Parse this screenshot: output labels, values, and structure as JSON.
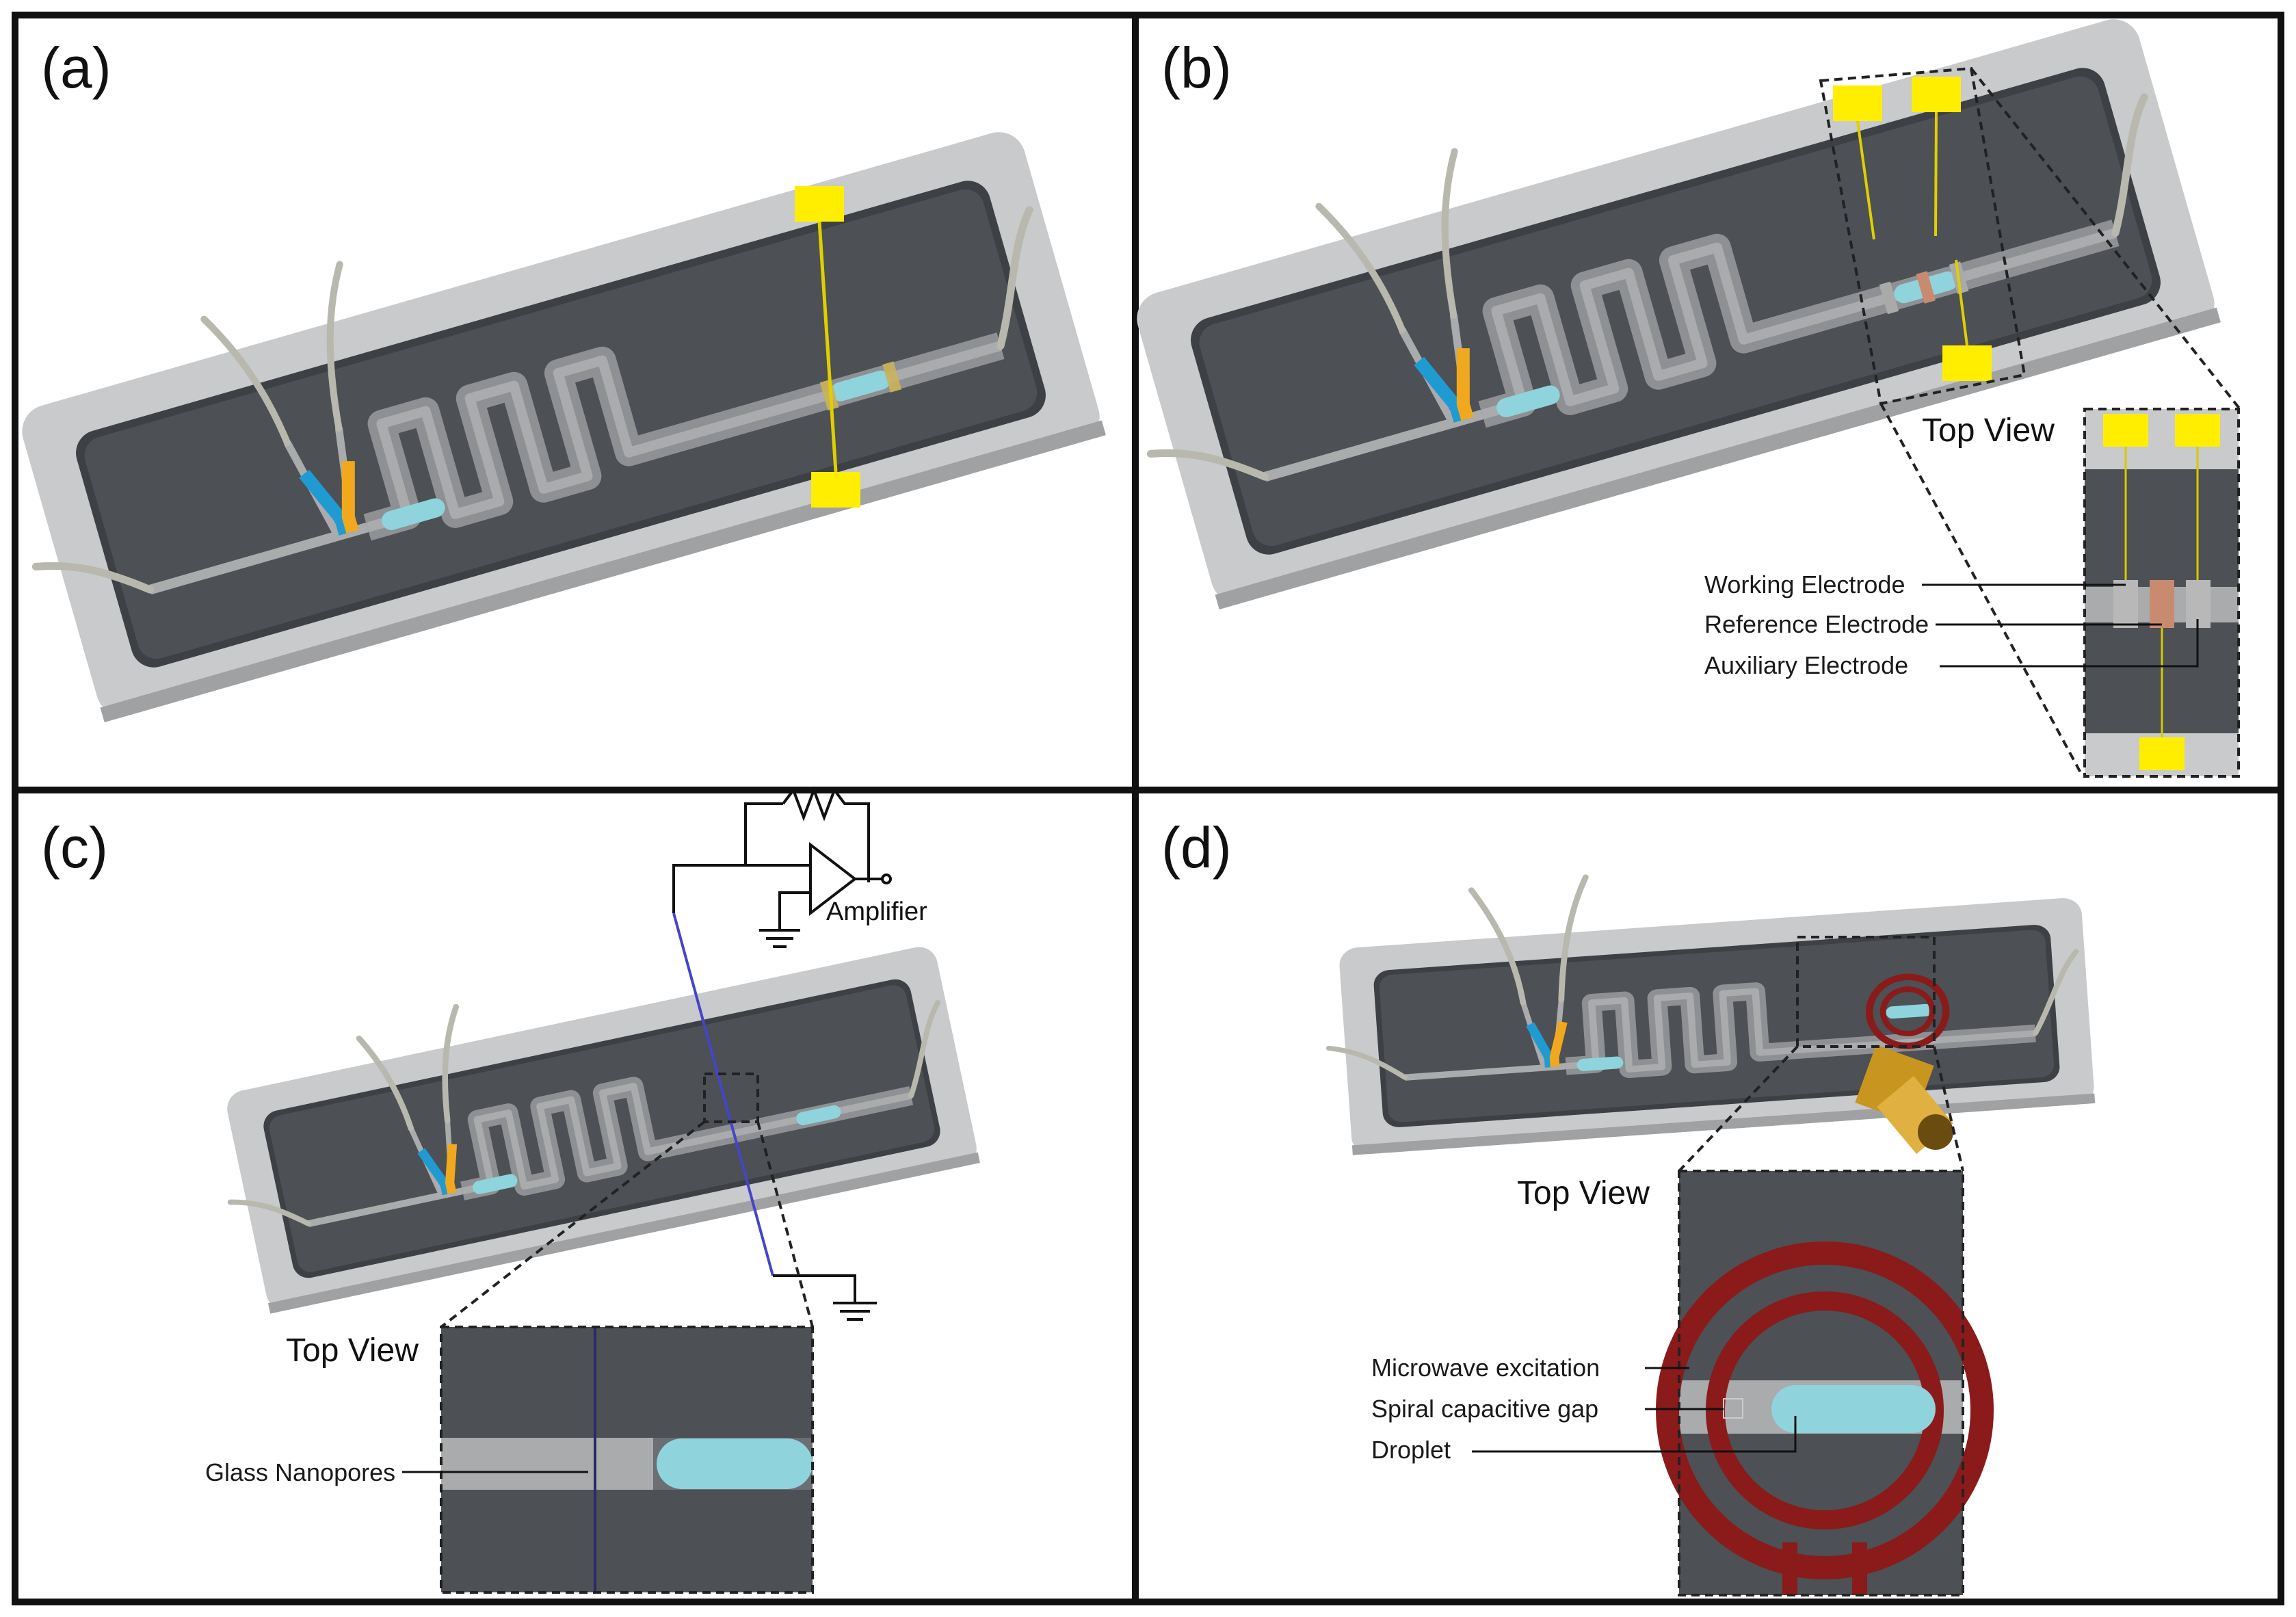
{
  "panels": {
    "a": {
      "label": "(a)"
    },
    "b": {
      "label": "(b)",
      "top_view": "Top View",
      "annotations": [
        "Working Electrode",
        "Reference Electrode",
        "Auxiliary Electrode"
      ]
    },
    "c": {
      "label": "(c)",
      "top_view": "Top View",
      "amplifier": "Amplifier",
      "annotations": [
        "Glass Nanopores"
      ]
    },
    "d": {
      "label": "(d)",
      "top_view": "Top View",
      "annotations": [
        "Microwave excitation",
        "Spiral capacitive gap",
        "Droplet"
      ]
    }
  },
  "colors": {
    "frame": "#111111",
    "slide": "#c8cacb",
    "chip": "#4b4e52",
    "chip_edge": "#3a3d41",
    "channel": "#a9abad",
    "droplet": "#8fd3dc",
    "junction_blue": "#1f9bd1",
    "junction_orange": "#f0a91e",
    "pad_yellow": "#ffee00",
    "electrode_ref": "#c98b6f",
    "ring_red": "#8b1a1a",
    "tube": "#b9b8ae",
    "connector_gold": "#c8961e"
  }
}
